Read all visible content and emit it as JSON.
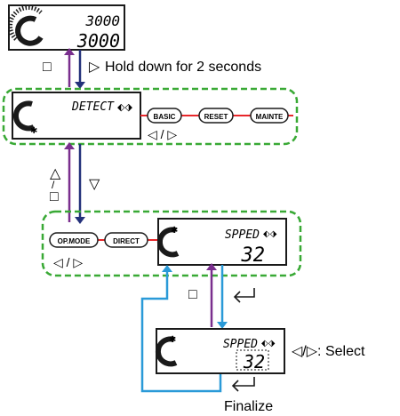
{
  "colors": {
    "purple": "#7a2f8e",
    "navy": "#23307a",
    "blue": "#2a9ad8",
    "green": "#39a935",
    "red": "#e8262a",
    "ink": "#1a1a1a"
  },
  "top_display": {
    "value_top": "3000",
    "value_bottom": "3000"
  },
  "nav_top": {
    "key": "□",
    "arrow": "▷",
    "text": "Hold down for 2 seconds"
  },
  "detect_group": {
    "screen_text": "DETECT",
    "buttons": {
      "basic": "BASIC",
      "reset": "RESET",
      "mainte": "MAINTE"
    },
    "nav": "◁ / ▷"
  },
  "nav_mid": {
    "left_up": "△",
    "left_slash": "/",
    "left_key": "□",
    "right_down": "▽"
  },
  "opmode_group": {
    "buttons": {
      "opmode": "OP.MODE",
      "direct": "DIRECT"
    },
    "nav": "◁ / ▷",
    "screen_text": "SPPED",
    "screen_value": "32"
  },
  "nav_lower": {
    "key": "□"
  },
  "select_display": {
    "screen_text": "SPPED",
    "screen_value": "32",
    "caption": "◁/▷: Select"
  },
  "finalize": {
    "label": "Finalize"
  }
}
